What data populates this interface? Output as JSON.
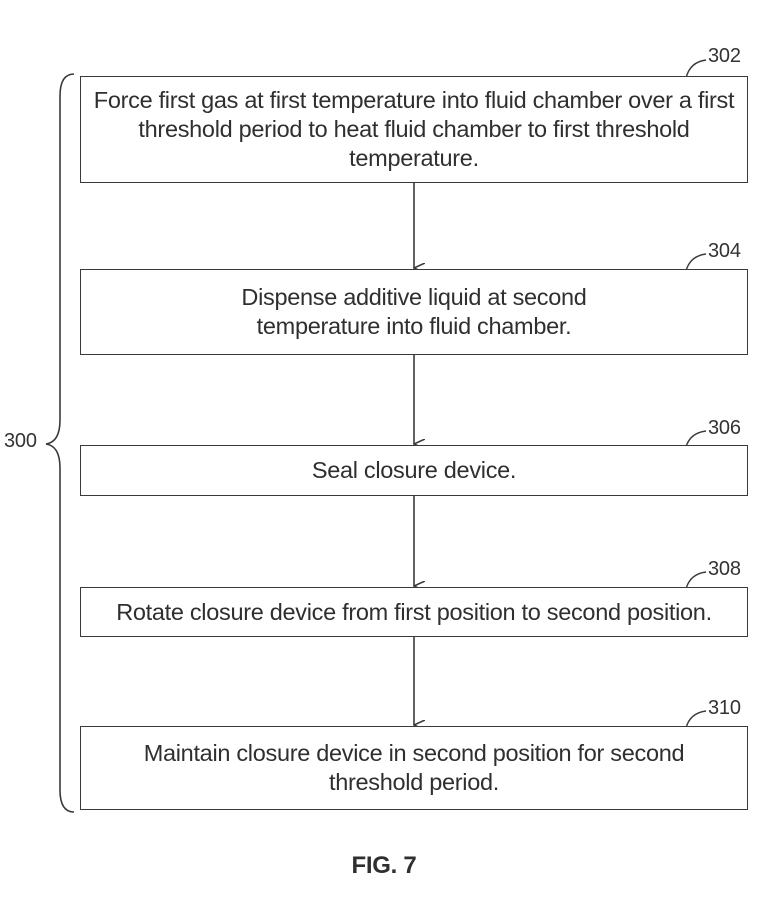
{
  "figure": {
    "label": "FIG. 7",
    "process_ref": "300"
  },
  "steps": [
    {
      "ref": "302",
      "text": "Force first gas at first temperature into fluid chamber over a first threshold period to heat fluid chamber to first threshold temperature."
    },
    {
      "ref": "304",
      "text": "Dispense additive liquid at second temperature into fluid chamber."
    },
    {
      "ref": "306",
      "text": "Seal closure device."
    },
    {
      "ref": "308",
      "text": "Rotate closure device from first position to second position."
    },
    {
      "ref": "310",
      "text": "Maintain closure device in second position for second threshold period."
    }
  ],
  "colors": {
    "line": "#3a3a3a",
    "text": "#2f2f2f",
    "background": "#ffffff"
  }
}
